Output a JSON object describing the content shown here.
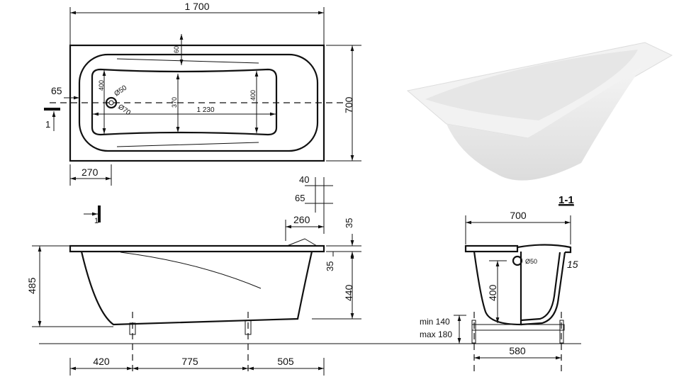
{
  "top_view": {
    "length": "1 700",
    "rim_gap": "60",
    "drain_offset": "65",
    "section_mark": "1",
    "left_width": "400",
    "drain_d1": "Ø50",
    "drain_d2": "Ø70",
    "mid_width": "370",
    "basin_length": "1 230",
    "right_width": "400",
    "width": "700",
    "drain_pos": "270"
  },
  "side_view": {
    "d40": "40",
    "d65": "65",
    "d260": "260",
    "d35_top": "35",
    "d35": "35",
    "d440": "440",
    "height": "485",
    "section_mark": "1",
    "leg1": "420",
    "leg_span": "775",
    "leg2": "505"
  },
  "section": {
    "title": "1-1",
    "width": "700",
    "drain": "Ø50",
    "wall": "15",
    "depth": "400",
    "min_label": "min 140",
    "max_label": "max 180",
    "leg_span": "580"
  }
}
